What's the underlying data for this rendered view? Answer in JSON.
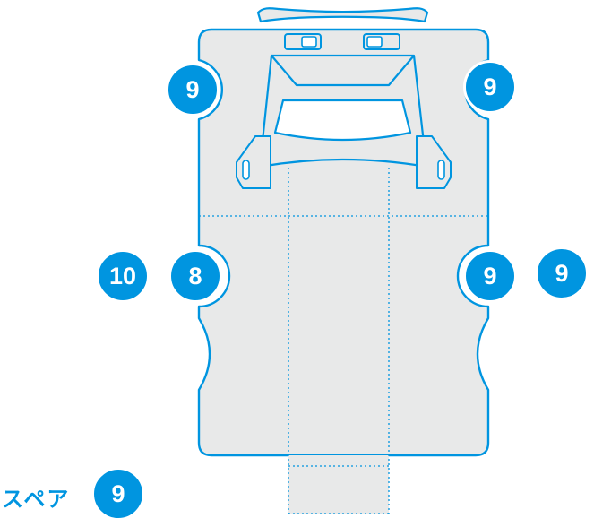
{
  "diagram": {
    "type": "vehicle-top-view-position-diagram",
    "colors": {
      "accent": "#0095e0",
      "body_fill": "#e8e9e9",
      "glass_fill": "#ffffff",
      "badge_text": "#ffffff"
    },
    "markers": [
      {
        "id": "front-left",
        "value": "9"
      },
      {
        "id": "front-right",
        "value": "9"
      },
      {
        "id": "middle-left-outer",
        "value": "10"
      },
      {
        "id": "middle-left",
        "value": "8"
      },
      {
        "id": "middle-right",
        "value": "9"
      },
      {
        "id": "middle-right-outer",
        "value": "9"
      },
      {
        "id": "spare",
        "value": "9"
      }
    ],
    "spare_label": "スペア"
  }
}
